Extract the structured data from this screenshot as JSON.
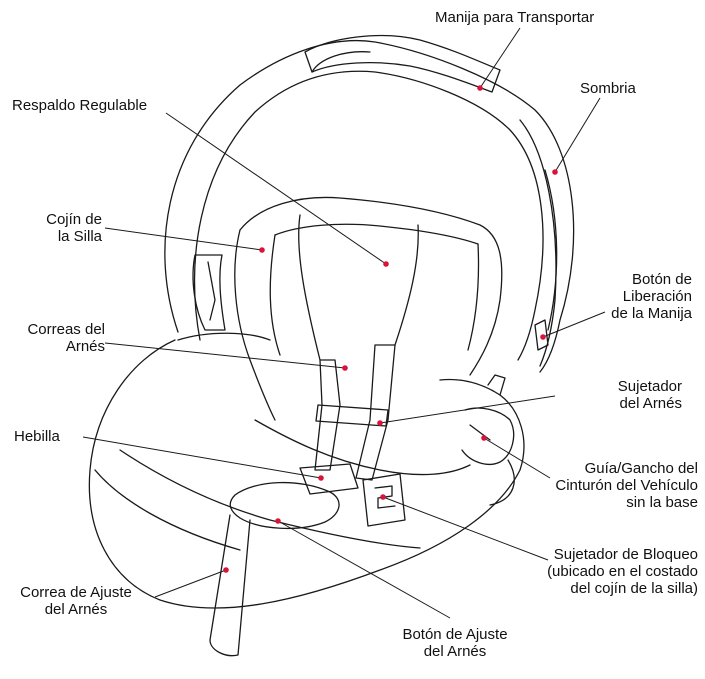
{
  "colors": {
    "line": "#1a1a1a",
    "dot": "#d9143a",
    "background": "#ffffff"
  },
  "labels": {
    "manija_transportar": [
      "Manija para Transportar"
    ],
    "sombria": [
      "Sombria"
    ],
    "respaldo_regulable": [
      "Respaldo Regulable"
    ],
    "cojin_silla": [
      "Cojín de",
      "la Silla"
    ],
    "boton_liberacion": [
      "Botón de",
      "Liberación",
      "de la Manija"
    ],
    "correas_arnes": [
      "Correas del",
      "Arnés"
    ],
    "sujetador_arnes": [
      "Sujetador",
      "del Arnés"
    ],
    "hebilla": [
      "Hebilla"
    ],
    "guia_gancho": [
      "Guía/Gancho del",
      "Cinturón del Vehículo",
      "sin la base"
    ],
    "sujetador_bloqueo": [
      "Sujetador de Bloqueo",
      "(ubicado en el costado",
      "del cojín de la silla)"
    ],
    "correa_ajuste": [
      "Correa de Ajuste",
      "del Arnés"
    ],
    "boton_ajuste": [
      "Botón de Ajuste",
      "del Arnés"
    ]
  }
}
